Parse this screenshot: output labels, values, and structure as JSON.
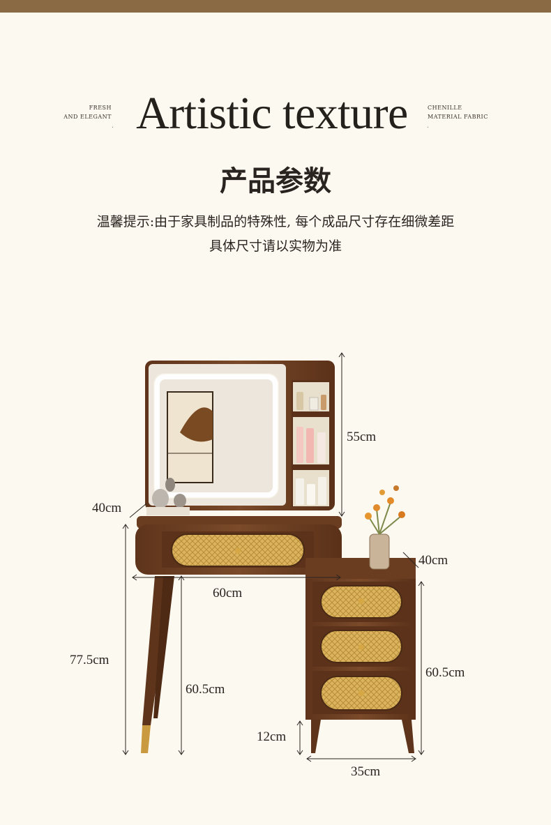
{
  "header": {
    "left_tag": [
      "FRESH",
      "AND ELEGANT"
    ],
    "title": "Artistic texture",
    "right_tag": [
      "CHENILLE",
      "MATERIAL FABRIC"
    ]
  },
  "heading": "产品参数",
  "notes": [
    "温馨提示:由于家具制品的特殊性, 每个成品尺寸存在细微差距",
    "具体尺寸请以实物为准"
  ],
  "dimensions": {
    "mirror_height": "55cm",
    "table_depth": "40cm",
    "cabinet_depth": "40cm",
    "table_width": "60cm",
    "total_height": "77.5cm",
    "table_leg_height": "60.5cm",
    "cabinet_height": "60.5cm",
    "cabinet_leg_height": "12cm",
    "cabinet_width": "35cm"
  },
  "colors": {
    "top_bar": "#8a6a45",
    "background": "#fcf9f1",
    "walnut": "#6e3f22",
    "rattan": "#d9b15a"
  }
}
